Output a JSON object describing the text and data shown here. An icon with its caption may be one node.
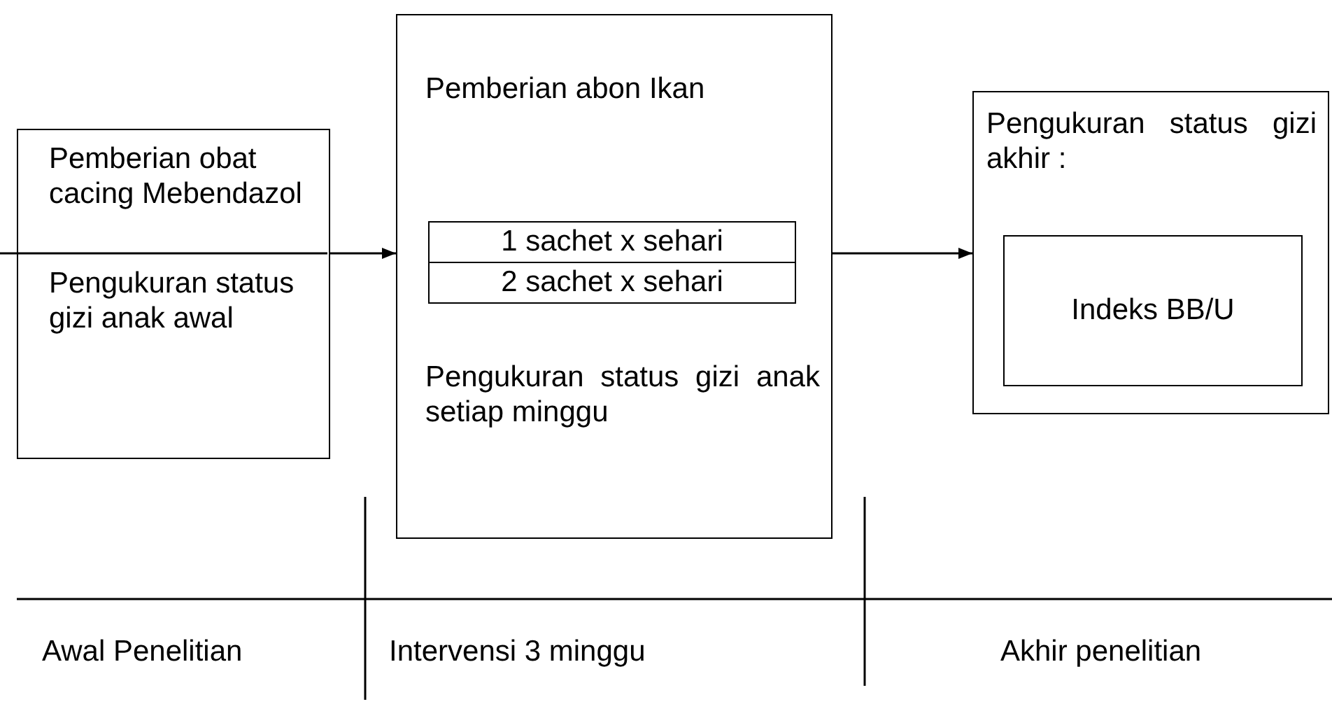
{
  "diagram": {
    "nodes": [
      {
        "text": [
          "Pemberian obat cacing Mebendazol",
          "Pengukuran status gizi anak awal"
        ]
      },
      {
        "text": [
          "Pemberian abon Ikan",
          "Pengukuran status gizi anak setiap minggu"
        ]
      },
      {
        "text": [
          "1 sachet x sehari"
        ],
        "in": 1
      },
      {
        "text": [
          "2 sachet x sehari"
        ],
        "in": 1
      },
      {
        "text": [
          "Pengukuran status gizi akhir :"
        ]
      },
      {
        "text": [
          "Indeks BB/U"
        ],
        "in": 4
      }
    ],
    "edges": [
      {
        "from": 0,
        "to": 1,
        "arrow": "to"
      },
      {
        "from": 1,
        "to": 4,
        "arrow": "to"
      }
    ],
    "labels": [
      "Awal Penelitian",
      "Intervensi 3 minggu",
      "Akhir penelitian"
    ]
  }
}
